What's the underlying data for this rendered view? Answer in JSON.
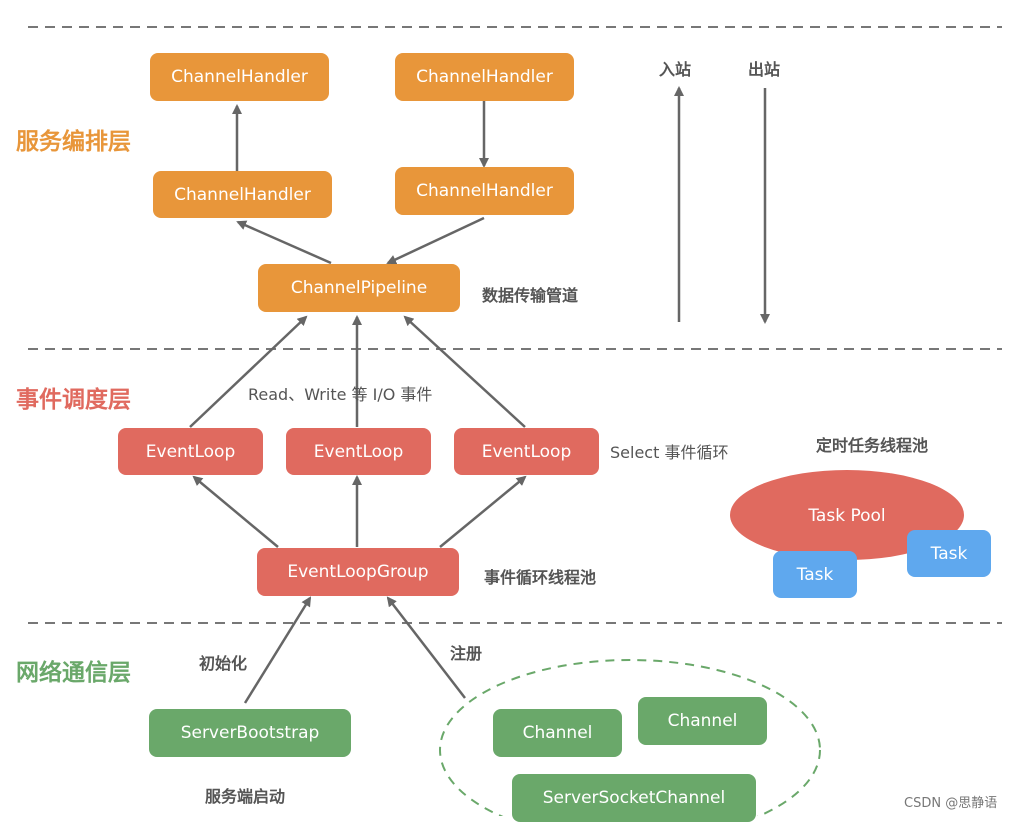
{
  "layers": {
    "orchestration": {
      "title": "服务编排层",
      "color": "#e8963a"
    },
    "scheduling": {
      "title": "事件调度层",
      "color": "#e06a5f"
    },
    "network": {
      "title": "网络通信层",
      "color": "#6aa86a"
    }
  },
  "orchestration": {
    "handler_top_left": "ChannelHandler",
    "handler_top_right": "ChannelHandler",
    "handler_mid_left": "ChannelHandler",
    "handler_mid_right": "ChannelHandler",
    "pipeline": "ChannelPipeline",
    "pipeline_label": "数据传输管道",
    "inbound_label": "入站",
    "outbound_label": "出站"
  },
  "scheduling": {
    "io_events_label": "Read、Write 等 I/O 事件",
    "eventloop_1": "EventLoop",
    "eventloop_2": "EventLoop",
    "eventloop_3": "EventLoop",
    "select_label": "Select 事件循环",
    "group": "EventLoopGroup",
    "group_label": "事件循环线程池",
    "timer_label": "定时任务线程池",
    "task_pool": "Task Pool",
    "task_1": "Task",
    "task_2": "Task"
  },
  "network": {
    "init_label": "初始化",
    "register_label": "注册",
    "bootstrap": "ServerBootstrap",
    "bootstrap_label": "服务端启动",
    "channel_1": "Channel",
    "channel_2": "Channel",
    "server_socket_channel": "ServerSocketChannel"
  },
  "watermark": "CSDN @思静语",
  "colors": {
    "orange": "#e8963a",
    "red": "#e06a5f",
    "green": "#6aa86a",
    "blue": "#5fa8ee",
    "arrow": "#666666",
    "divider": "#777777"
  }
}
